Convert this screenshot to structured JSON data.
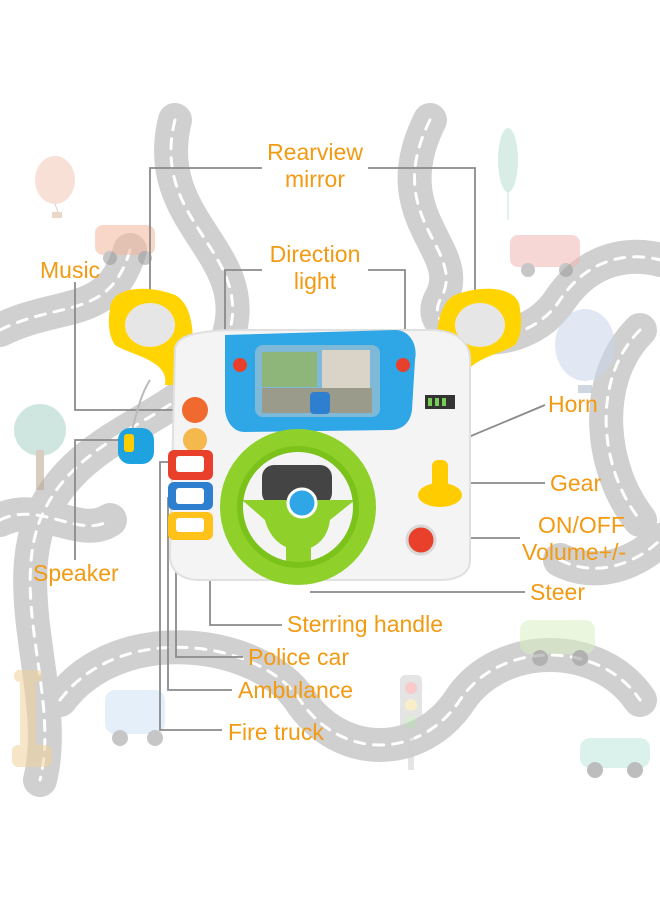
{
  "labels": {
    "rearview_mirror_line1": "Rearview",
    "rearview_mirror_line2": "mirror",
    "direction_light_line1": "Direction",
    "direction_light_line2": "light",
    "music": "Music",
    "horn": "Horn",
    "gear": "Gear",
    "on_off_line1": "ON/OFF",
    "on_off_line2": "Volume+/-",
    "speaker": "Speaker",
    "steer": "Steer",
    "steering_handle": "Sterring handle",
    "police_car": "Police car",
    "ambulance": "Ambulance",
    "fire_truck": "Fire truck"
  },
  "colors": {
    "label_text": "#f29a12",
    "leader_line": "#8a8a8a",
    "road": "#c9c9c9",
    "road_dash": "#ffffff",
    "wheel_green": "#8fd12a",
    "wheel_dark_green": "#5fa816",
    "dash_white": "#f4f4f4",
    "screen_blue": "#2fa6e6",
    "mirror_yellow": "#ffd400",
    "button_red": "#e8402a"
  },
  "icons": [
    "fire-truck-icon",
    "ambulance-icon",
    "police-car-icon",
    "traffic-light-icon",
    "tree-icon",
    "balloon-icon",
    "giraffe-icon",
    "car-icon"
  ]
}
